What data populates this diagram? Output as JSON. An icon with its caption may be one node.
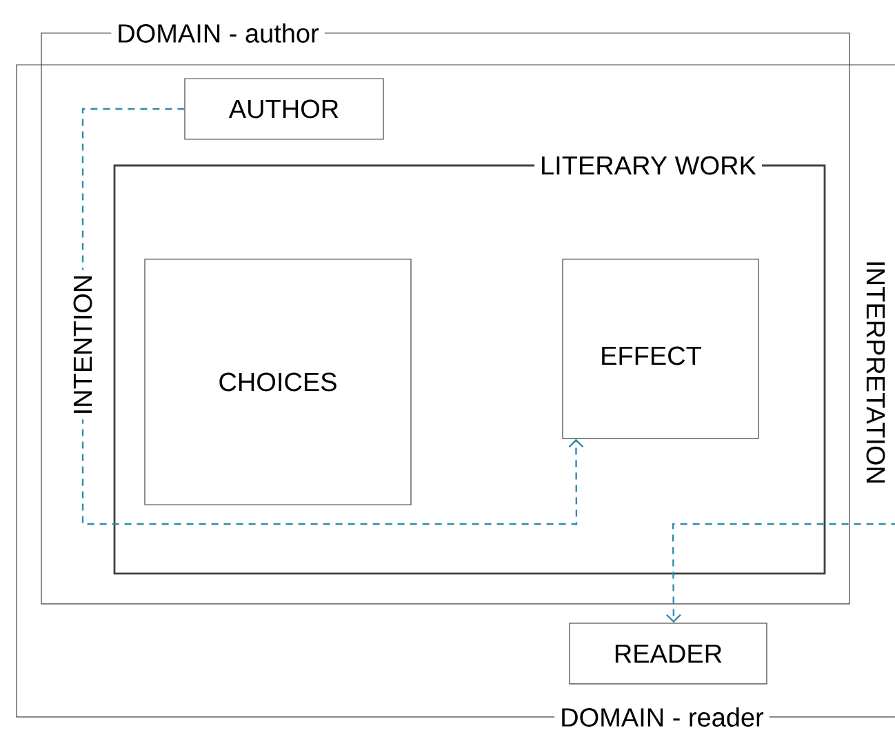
{
  "diagram": {
    "nodes": [
      {
        "text": [
          "DOMAIN - author"
        ]
      },
      {
        "text": [
          "DOMAIN - reader"
        ]
      },
      {
        "text": [
          "AUTHOR"
        ],
        "in": 0
      },
      {
        "text": [
          "LITERARY WORK"
        ],
        "in": 0
      },
      {
        "text": [
          "CHOICES"
        ],
        "in": 3
      },
      {
        "text": [
          "EFFECT"
        ],
        "in": 3
      },
      {
        "text": [
          "READER"
        ],
        "in": 1
      }
    ],
    "edges": [
      {
        "from": 2,
        "to": 5,
        "arrow": "to",
        "label": "INTENTION",
        "style": "dashed",
        "color": "#2b8cb0"
      },
      {
        "from": 1,
        "to": 6,
        "arrow": "to",
        "label": "INTERPRETATION",
        "style": "dashed",
        "color": "#2b8cb0"
      }
    ]
  }
}
